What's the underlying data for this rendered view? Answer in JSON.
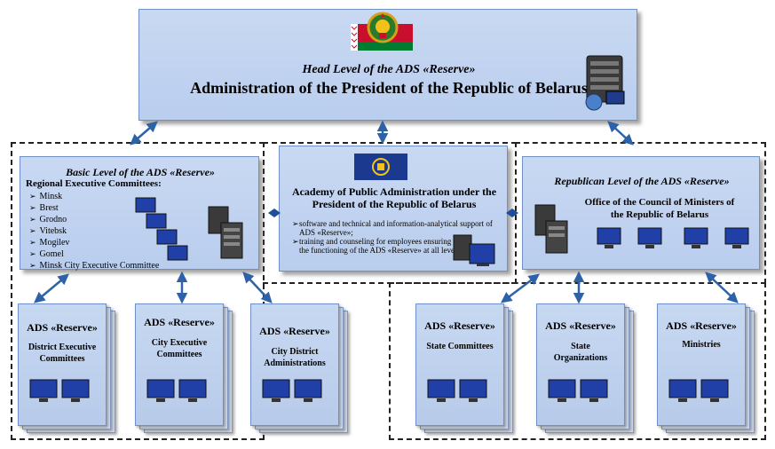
{
  "head": {
    "subtitle": "Head Level of the ADS «Reserve»",
    "title": "Administration of the President of the Republic of Belarus"
  },
  "basic": {
    "title": "Basic Level of the ADS «Reserve»",
    "subtitle": "Regional Executive Committees:",
    "items": [
      "Minsk",
      "Brest",
      "Grodno",
      "Vitebsk",
      "Mogilev",
      "Gomel",
      "Minsk City Executive Committee"
    ]
  },
  "academy": {
    "title": "Academy of Public Administration under the President of the Republic of Belarus",
    "bullet1": "software and technical and information-analytical support of ADS «Reserve»;",
    "bullet2": "training and counseling for employees ensuring the functioning of the ADS «Reserve» at all level."
  },
  "republican": {
    "title": "Republican Level of the ADS «Reserve»",
    "subtitle": "Office of the Council of Ministers of the Republic of Belarus"
  },
  "bottom": [
    {
      "header": "ADS «Reserve»",
      "label": "District Executive Committees"
    },
    {
      "header": "ADS «Reserve»",
      "label": "City Executive Committees"
    },
    {
      "header": "ADS «Reserve»",
      "label": "City District Administrations"
    },
    {
      "header": "ADS «Reserve»",
      "label": "State Committees"
    },
    {
      "header": "ADS «Reserve»",
      "label": "State Organizations"
    },
    {
      "header": "ADS «Reserve»",
      "label": "Ministries"
    }
  ],
  "colors": {
    "box_fill": "#c3d5f0",
    "arrow": "#2e62a8",
    "flag_red": "#c8102e",
    "flag_green": "#007c30"
  },
  "icons": [
    "coat-of-arms-icon",
    "flag-icon",
    "server-icon",
    "monitor-icon",
    "academy-logo-icon",
    "globe-icon"
  ]
}
